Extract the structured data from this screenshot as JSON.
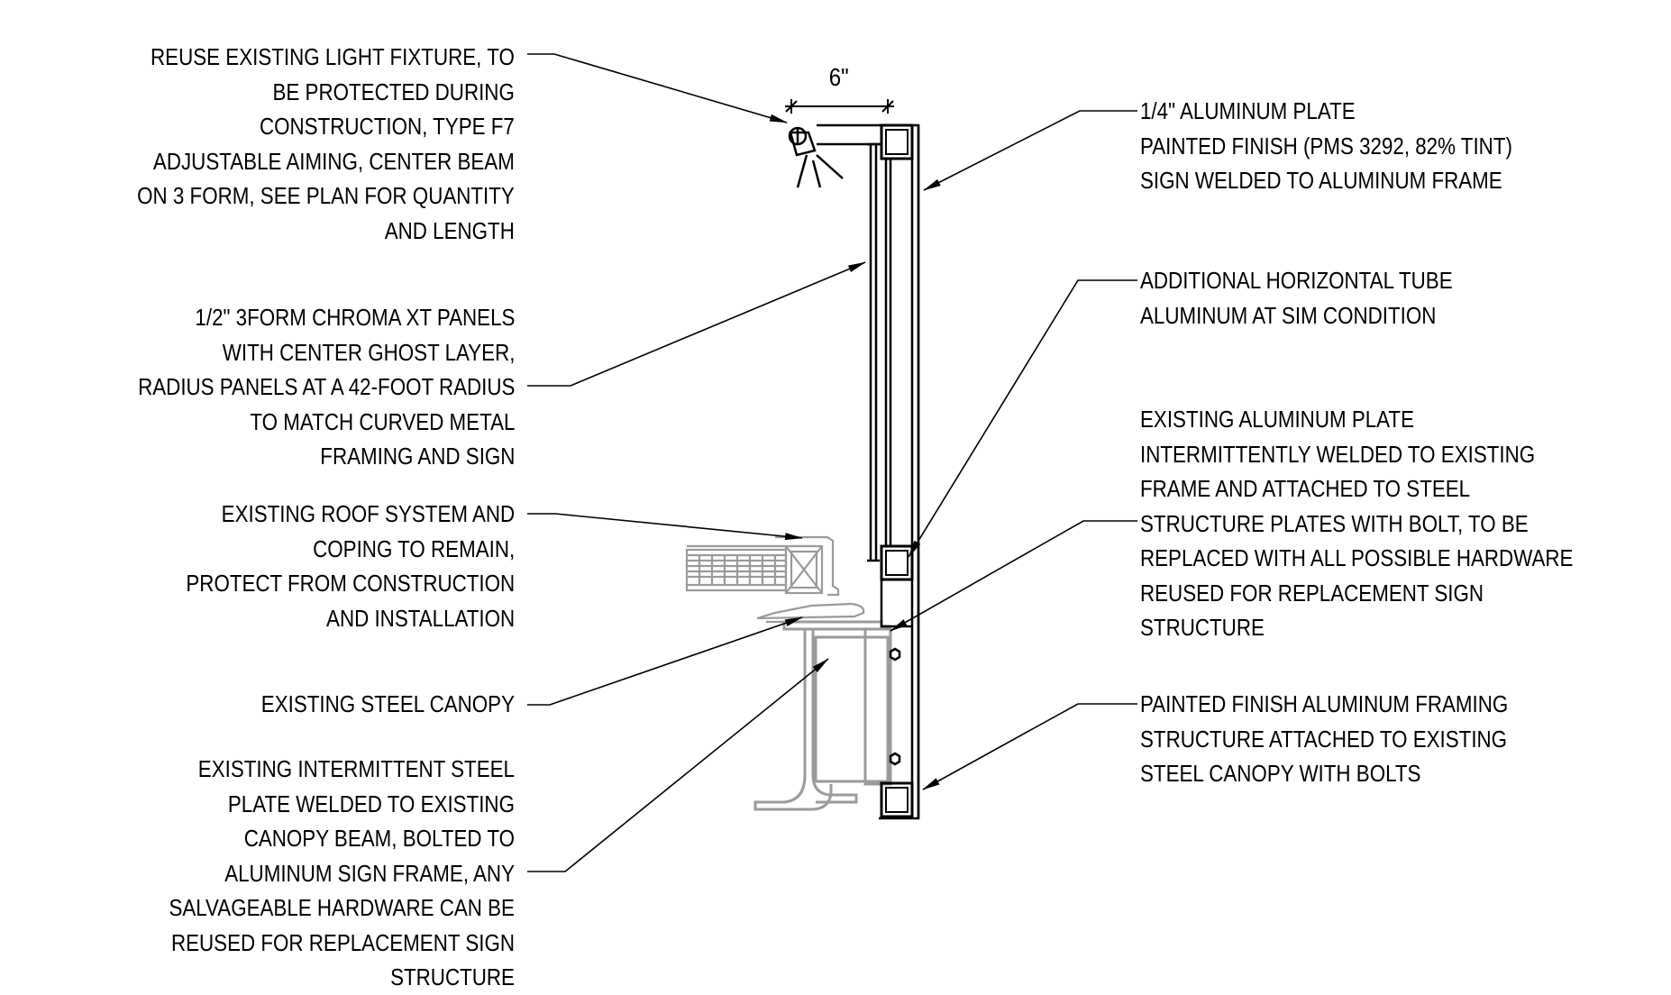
{
  "dimension": {
    "width_label": "6\""
  },
  "notes_left": [
    {
      "id": "light-fixture",
      "lines": [
        "REUSE EXISTING LIGHT FIXTURE, TO",
        "BE PROTECTED DURING",
        "CONSTRUCTION, TYPE F7",
        "ADJUSTABLE AIMING, CENTER BEAM",
        "ON 3 FORM, SEE PLAN FOR QUANTITY",
        "AND LENGTH"
      ]
    },
    {
      "id": "3form-panels",
      "lines": [
        "1/2\" 3FORM CHROMA XT PANELS",
        "WITH CENTER GHOST LAYER,",
        "RADIUS PANELS AT A 42-FOOT RADIUS",
        "TO MATCH CURVED METAL",
        "FRAMING AND SIGN"
      ]
    },
    {
      "id": "roof-system",
      "lines": [
        "EXISTING ROOF SYSTEM AND",
        "COPING TO REMAIN,",
        "PROTECT FROM CONSTRUCTION",
        "AND INSTALLATION"
      ]
    },
    {
      "id": "steel-canopy",
      "lines": [
        "EXISTING STEEL CANOPY"
      ]
    },
    {
      "id": "steel-plate",
      "lines": [
        "EXISTING INTERMITTENT STEEL",
        "PLATE WELDED TO EXISTING",
        "CANOPY BEAM, BOLTED TO",
        "ALUMINUM SIGN FRAME, ANY",
        "SALVAGEABLE HARDWARE CAN BE",
        "REUSED FOR REPLACEMENT SIGN",
        "STRUCTURE"
      ]
    }
  ],
  "notes_right": [
    {
      "id": "aluminum-plate",
      "lines": [
        "1/4\" ALUMINUM PLATE",
        "PAINTED FINISH (PMS 3292, 82% TINT)",
        "SIGN WELDED TO ALUMINUM FRAME"
      ]
    },
    {
      "id": "horizontal-tube",
      "lines": [
        "ADDITIONAL HORIZONTAL TUBE",
        "ALUMINUM AT SIM CONDITION"
      ]
    },
    {
      "id": "existing-plate",
      "lines": [
        "EXISTING ALUMINUM PLATE",
        "INTERMITTENTLY WELDED TO EXISTING",
        "FRAME AND ATTACHED TO STEEL",
        "STRUCTURE PLATES WITH BOLT, TO BE",
        "REPLACED WITH ALL POSSIBLE HARDWARE",
        "REUSED FOR REPLACEMENT SIGN",
        "STRUCTURE"
      ]
    },
    {
      "id": "framing-structure",
      "lines": [
        "PAINTED FINISH ALUMINUM FRAMING",
        "STRUCTURE ATTACHED TO EXISTING",
        "STEEL CANOPY WITH BOLTS"
      ]
    }
  ]
}
